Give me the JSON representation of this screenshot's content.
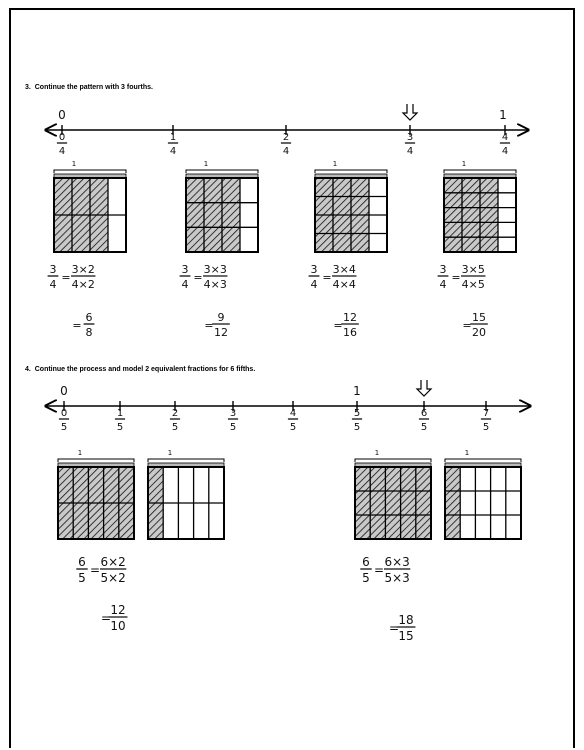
{
  "problems": [
    {
      "number": "3.",
      "prompt": "Continue the pattern with 3 fourths.",
      "number_line": {
        "whole_label": "1",
        "zero_label": "0",
        "ticks": [
          {
            "num": "0",
            "den": "4"
          },
          {
            "num": "1",
            "den": "4"
          },
          {
            "num": "2",
            "den": "4"
          },
          {
            "num": "3",
            "den": "4"
          },
          {
            "num": "4",
            "den": "4"
          }
        ]
      },
      "models": [
        {
          "label": "1",
          "rows": 2,
          "cols": 4,
          "shaded_cols": 3,
          "shaded_rows": 2,
          "eq": {
            "lhs_num": "3",
            "lhs_den": "4",
            "rhs_num": "3×2",
            "rhs_den": "4×2",
            "res_num": "6",
            "res_den": "8"
          }
        },
        {
          "label": "1",
          "rows": 3,
          "cols": 4,
          "shaded_cols": 3,
          "shaded_rows": 3,
          "eq": {
            "lhs_num": "3",
            "lhs_den": "4",
            "rhs_num": "3×3",
            "rhs_den": "4×3",
            "res_num": "9",
            "res_den": "12"
          }
        },
        {
          "label": "1",
          "rows": 4,
          "cols": 4,
          "shaded_cols": 3,
          "shaded_rows": 4,
          "eq": {
            "lhs_num": "3",
            "lhs_den": "4",
            "rhs_num": "3×4",
            "rhs_den": "4×4",
            "res_num": "12",
            "res_den": "16"
          }
        },
        {
          "label": "1",
          "rows": 5,
          "cols": 4,
          "shaded_cols": 3,
          "shaded_rows": 5,
          "eq": {
            "lhs_num": "3",
            "lhs_den": "4",
            "rhs_num": "3×5",
            "rhs_den": "4×5",
            "res_num": "15",
            "res_den": "20"
          }
        }
      ]
    },
    {
      "number": "4.",
      "prompt": "Continue the process and model 2 equivalent fractions for 6 fifths.",
      "number_line": {
        "whole_label": "1",
        "zero_label": "0",
        "ticks": [
          {
            "num": "0",
            "den": "5"
          },
          {
            "num": "1",
            "den": "5"
          },
          {
            "num": "2",
            "den": "5"
          },
          {
            "num": "3",
            "den": "5"
          },
          {
            "num": "4",
            "den": "5"
          },
          {
            "num": "5",
            "den": "5"
          },
          {
            "num": "6",
            "den": "5"
          },
          {
            "num": "7",
            "den": "5"
          }
        ]
      },
      "models": [
        {
          "label": "1",
          "rows": 2,
          "cols": 5,
          "shaded_cols": 5,
          "shaded_rows": 2
        },
        {
          "label": "1",
          "rows": 2,
          "cols": 5,
          "shaded_cols": 1,
          "shaded_rows": 2
        },
        {
          "label": "1",
          "rows": 3,
          "cols": 5,
          "shaded_cols": 5,
          "shaded_rows": 3
        },
        {
          "label": "1",
          "rows": 3,
          "cols": 5,
          "shaded_cols": 1,
          "shaded_rows": 3
        }
      ],
      "equations": [
        {
          "lhs_num": "6",
          "lhs_den": "5",
          "rhs_num": "6×2",
          "rhs_den": "5×2",
          "res_num": "12",
          "res_den": "10"
        },
        {
          "lhs_num": "6",
          "lhs_den": "5",
          "rhs_num": "6×3",
          "rhs_den": "5×3",
          "res_num": "18",
          "res_den": "15"
        }
      ]
    }
  ]
}
